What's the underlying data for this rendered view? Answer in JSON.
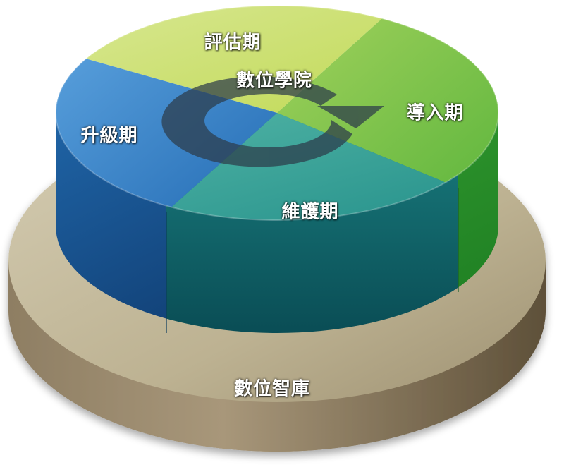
{
  "diagram": {
    "center_label": "數位學院",
    "base_label": "數位智庫",
    "phases": [
      {
        "id": "evaluation",
        "label": "評估期",
        "color": "#c9df6f"
      },
      {
        "id": "introduction",
        "label": "導入期",
        "color": "#7cc242"
      },
      {
        "id": "maintenance",
        "label": "維護期",
        "color": "#2a9a94"
      },
      {
        "id": "upgrade",
        "label": "升級期",
        "color": "#2d79c0"
      }
    ],
    "base_color": "#b7ab8d"
  }
}
